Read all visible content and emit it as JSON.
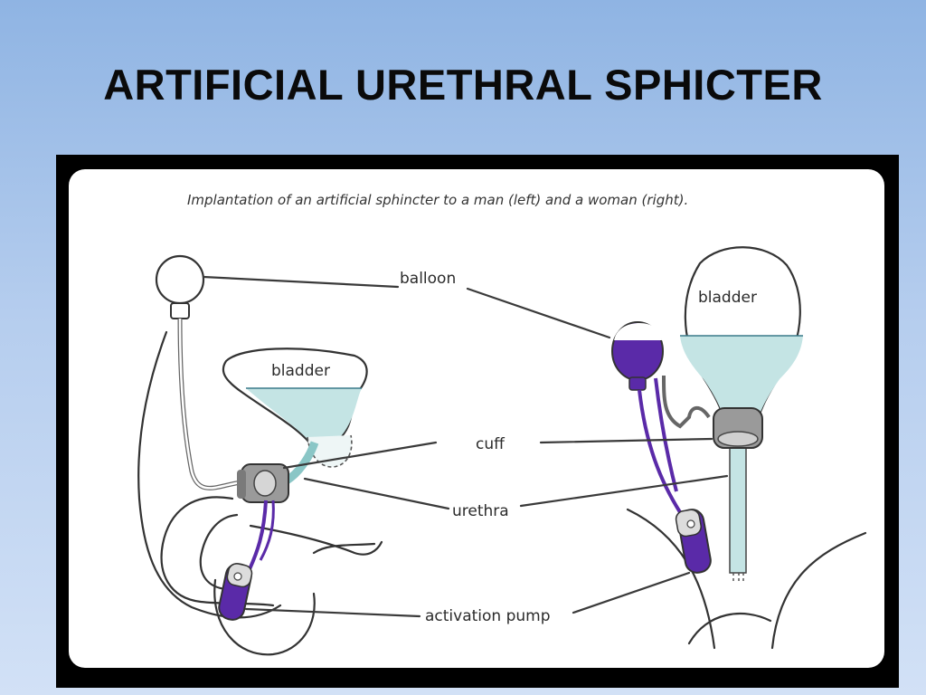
{
  "slide": {
    "title": "ARTIFICIAL URETHRAL SPHICTER"
  },
  "figure": {
    "caption": "Implantation of an artificial sphincter to a man (left) and a woman (right).",
    "labels": {
      "balloon": "balloon",
      "bladder_man": "bladder",
      "bladder_woman": "bladder",
      "cuff": "cuff",
      "urethra": "urethra",
      "activation_pump": "activation pump"
    },
    "colors": {
      "fluid": "#c4e4e4",
      "device_purple": "#5a2aa8",
      "cuff_gray": "#9a9a9a",
      "frame": "#000000",
      "panel": "#ffffff"
    }
  }
}
